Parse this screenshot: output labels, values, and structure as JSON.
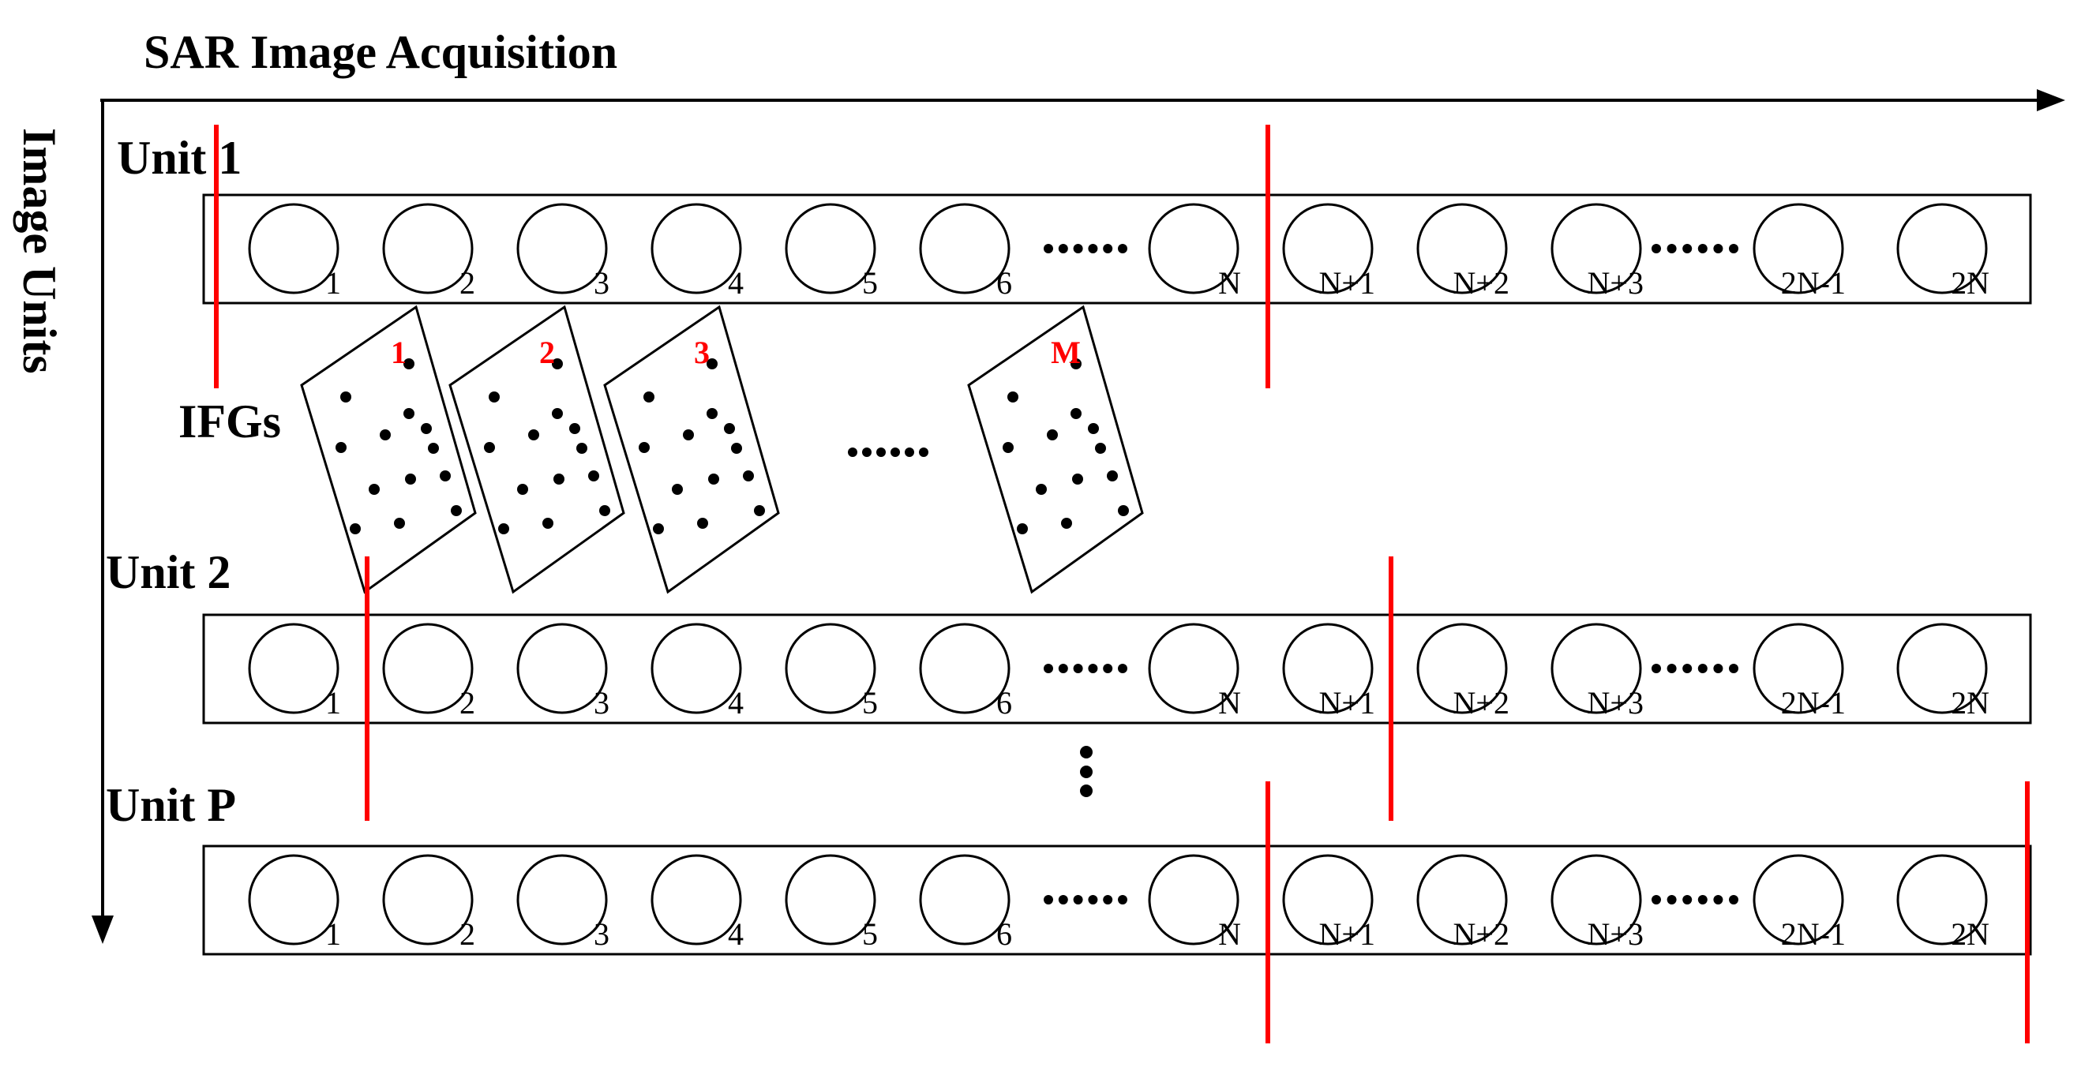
{
  "x_axis_title": "SAR Image Acquisition",
  "y_axis_title": "Image Units",
  "ifgs_label": "IFGs",
  "colors": {
    "line": "#000000",
    "marker": "#ff0000",
    "ifg_label": "#ff0000"
  },
  "frame_labels": [
    "1",
    "2",
    "3",
    "4",
    "5",
    "6",
    "N",
    "N+1",
    "N+2",
    "N+3",
    "2N-1",
    "2N"
  ],
  "units": [
    {
      "label": "Unit 1"
    },
    {
      "label": "Unit 2"
    },
    {
      "label": "Unit P"
    }
  ],
  "ifgs": [
    {
      "label": "1"
    },
    {
      "label": "2"
    },
    {
      "label": "3"
    },
    {
      "label": "M"
    }
  ]
}
